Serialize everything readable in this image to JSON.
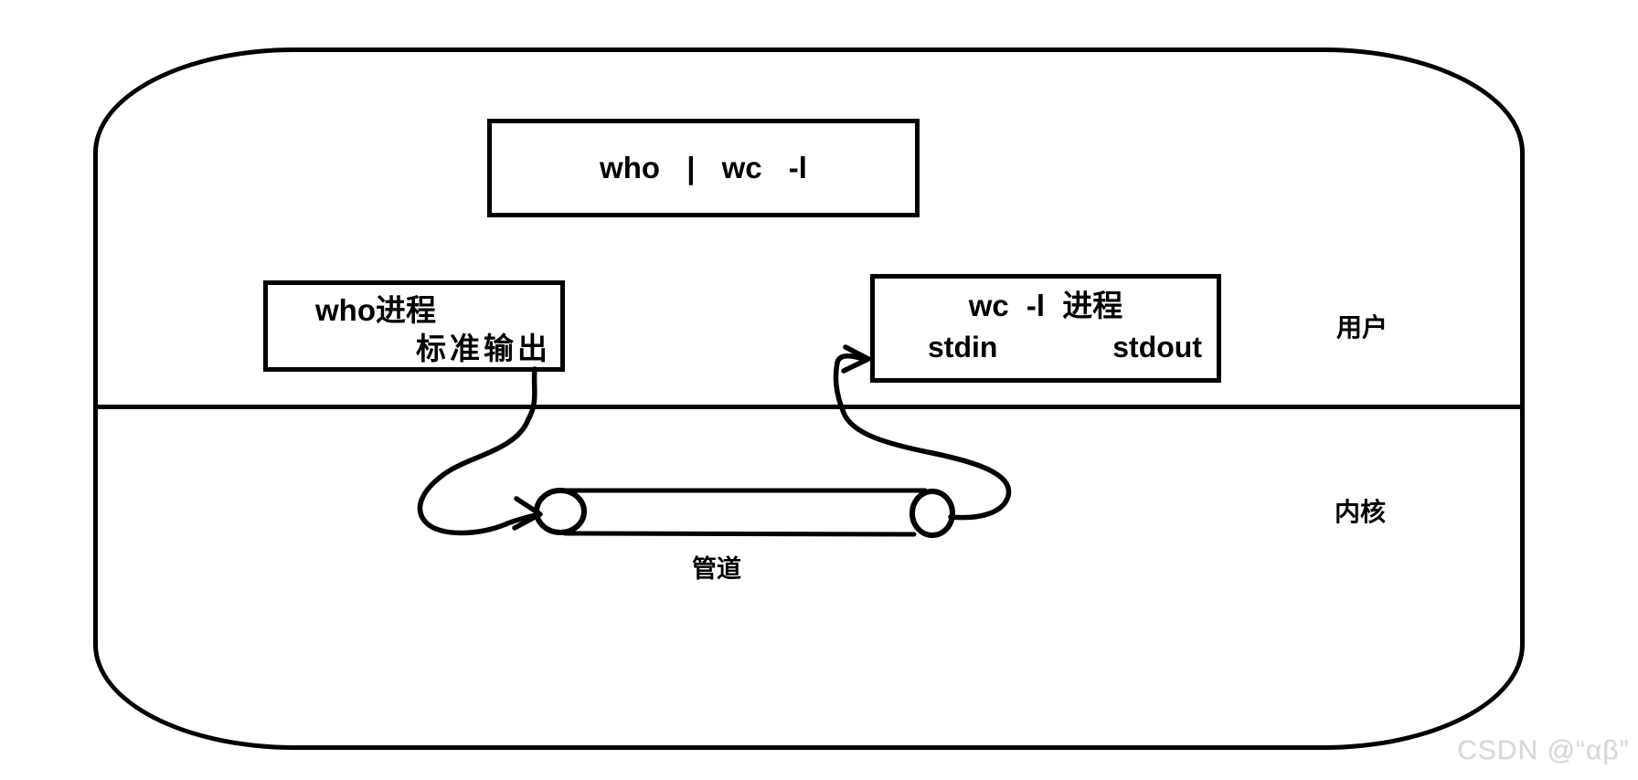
{
  "diagram": {
    "title_concept": "shell pipeline between two processes across user/kernel boundary",
    "command_box": {
      "text": "who | wc -l"
    },
    "who_process_box": {
      "title": "who进程",
      "output_label": "标准输出"
    },
    "wc_process_box": {
      "title": "wc -l 进程",
      "stdin_label": "stdin",
      "stdout_label": "stdout"
    },
    "region_labels": {
      "user_space": "用户",
      "kernel_space": "内核"
    },
    "pipe": {
      "label": "管道"
    },
    "colors": {
      "ink": "#000000",
      "background": "#ffffff",
      "watermark": "#d8d8d8"
    }
  },
  "watermark": {
    "text": "CSDN @“αβ”"
  }
}
